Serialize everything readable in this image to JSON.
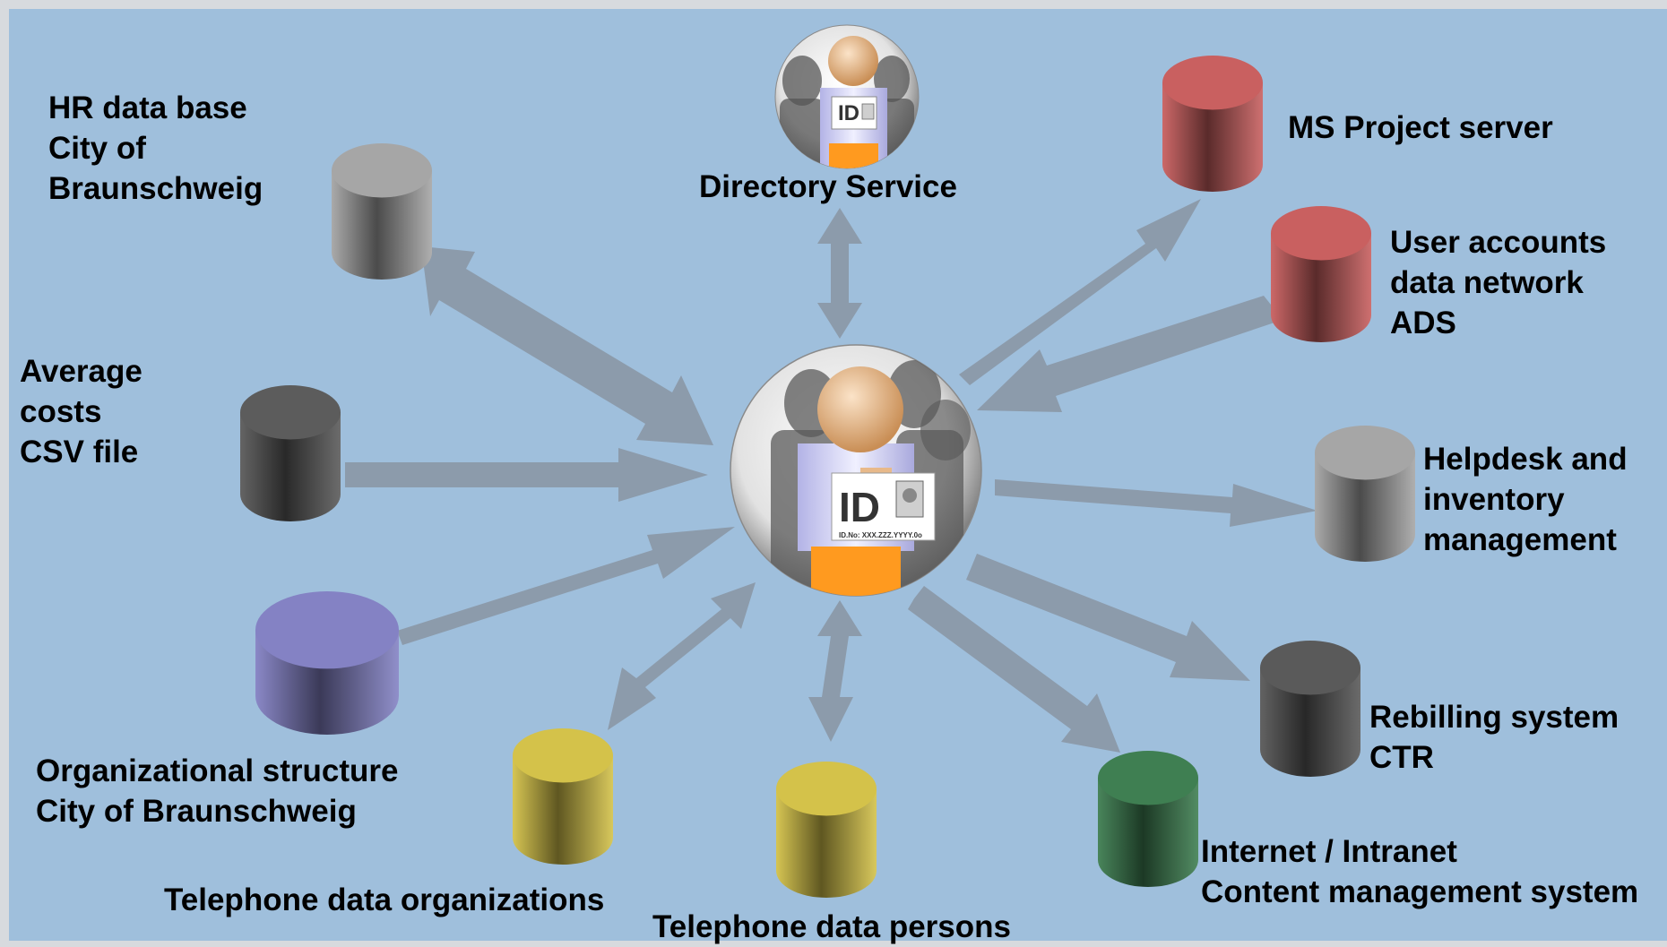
{
  "hub": {
    "name": "Directory Service",
    "badge_text": "ID",
    "badge_number": "ID.No: XXX.ZZZ.YYYY.0o"
  },
  "sources": [
    {
      "id": "hr",
      "lines": [
        "HR data base",
        "City of",
        "Braunschweig"
      ],
      "color": "#a6a6a6"
    },
    {
      "id": "avg",
      "lines": [
        "Average",
        "costs",
        "CSV file"
      ],
      "color": "#5c5c5c"
    },
    {
      "id": "org",
      "lines": [
        "Organizational structure",
        "City of Braunschweig"
      ],
      "color": "#8482c4"
    },
    {
      "id": "tel-org",
      "lines": [
        "Telephone data organizations"
      ],
      "color": "#d4c24a"
    },
    {
      "id": "tel-per",
      "lines": [
        "Telephone data persons"
      ],
      "color": "#d4c24a"
    },
    {
      "id": "cms",
      "lines": [
        "Internet / Intranet",
        "Content management system"
      ],
      "color": "#3f7f52"
    },
    {
      "id": "ctr",
      "lines": [
        "Rebilling system",
        "CTR"
      ],
      "color": "#5a5a5a"
    },
    {
      "id": "helpdesk",
      "lines": [
        "Helpdesk and",
        "inventory",
        "management"
      ],
      "color": "#a6a6a6"
    },
    {
      "id": "ads",
      "lines": [
        "User accounts",
        "data network",
        "ADS"
      ],
      "color": "#c96060"
    },
    {
      "id": "msproject",
      "lines": [
        "MS Project server"
      ],
      "color": "#c96060"
    }
  ],
  "colors": {
    "background": "#9fbfdc",
    "arrow": "#8c9bab",
    "figure_shirt": "#ff9a1f",
    "figure_head": "#e8b98a"
  }
}
